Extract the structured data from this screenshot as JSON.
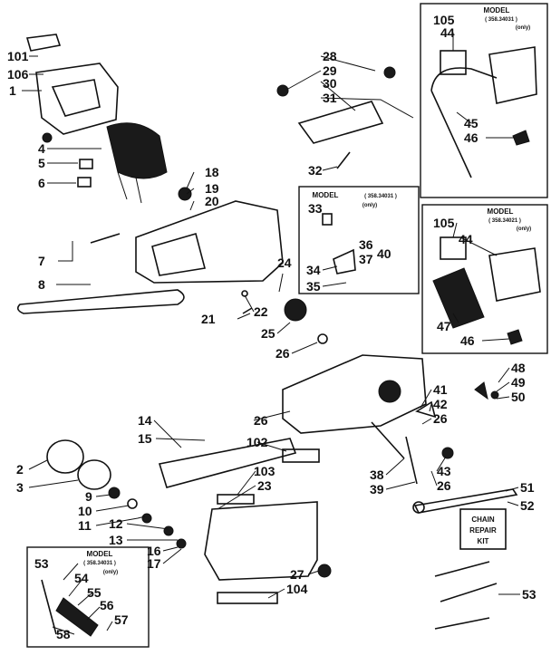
{
  "model_boxes": {
    "top_right": {
      "model_label": "MODEL",
      "model_number": "( 358.34031 )",
      "note": "(only)"
    },
    "mid_right": {
      "model_label": "MODEL",
      "model_number": "( 358.34021 )",
      "note": "(only)"
    },
    "center": {
      "model_label": "MODEL",
      "model_number": "( 358.34031 )",
      "note": "(only)"
    },
    "bottom_left": {
      "model_label": "MODEL",
      "model_number": "( 358.34031 )",
      "note": "(only)"
    }
  },
  "kit": {
    "line1": "CHAIN",
    "line2": "REPAIR",
    "line3": "KIT"
  },
  "part_numbers": {
    "p1": "1",
    "p2": "2",
    "p3": "3",
    "p4": "4",
    "p5": "5",
    "p6": "6",
    "p7": "7",
    "p8": "8",
    "p9": "9",
    "p10": "10",
    "p11": "11",
    "p12": "12",
    "p13": "13",
    "p14": "14",
    "p15": "15",
    "p16": "16",
    "p17": "17",
    "p18": "18",
    "p19": "19",
    "p20": "20",
    "p21": "21",
    "p22": "22",
    "p23": "23",
    "p24": "24",
    "p25": "25",
    "p26": "26",
    "p27": "27",
    "p28": "28",
    "p29": "29",
    "p30": "30",
    "p31": "31",
    "p32": "32",
    "p33": "33",
    "p34": "34",
    "p35": "35",
    "p36": "36",
    "p37": "37",
    "p38": "38",
    "p39": "39",
    "p40": "40",
    "p41": "41",
    "p42": "42",
    "p43": "43",
    "p44": "44",
    "p45": "45",
    "p46": "46",
    "p47": "47",
    "p48": "48",
    "p49": "49",
    "p50": "50",
    "p51": "51",
    "p52": "52",
    "p53": "53",
    "p54": "54",
    "p55": "55",
    "p56": "56",
    "p57": "57",
    "p58": "58",
    "p101": "101",
    "p102": "102",
    "p103": "103",
    "p104": "104",
    "p105": "105",
    "p106": "106"
  }
}
